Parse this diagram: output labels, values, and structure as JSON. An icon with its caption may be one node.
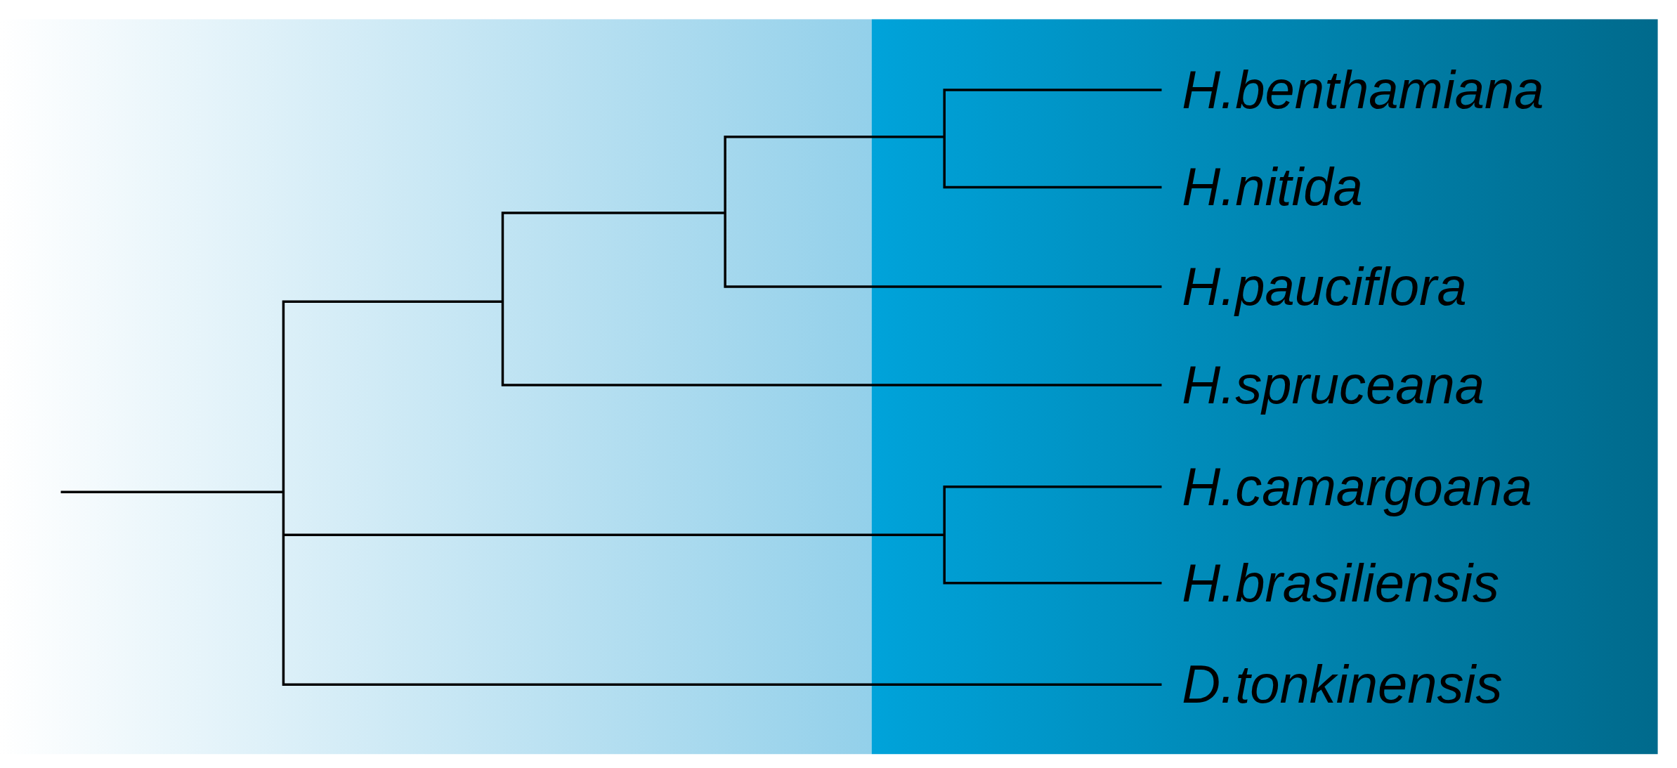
{
  "diagram": {
    "labels": [
      "H.benthamiana",
      "H.nitida",
      "H.pauciflora",
      "H.spruceana",
      "H.camargoana",
      "H.brasiliensis",
      "D.tonkinensis"
    ]
  }
}
